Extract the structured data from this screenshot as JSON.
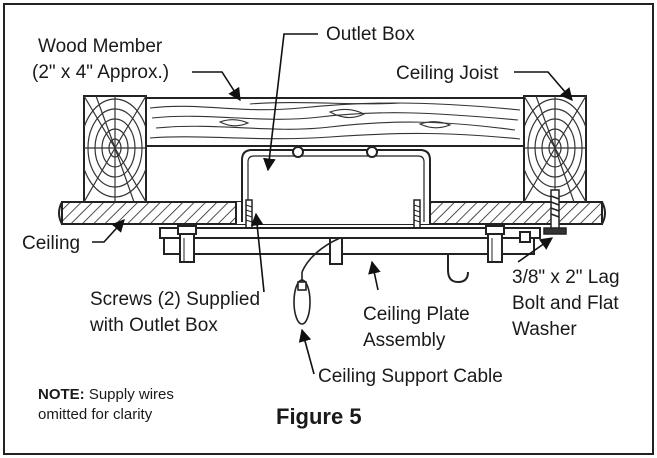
{
  "labels": {
    "outlet_box": "Outlet Box",
    "wood_member_1": "Wood Member",
    "wood_member_2": "(2\" x 4\" Approx.)",
    "ceiling_joist": "Ceiling Joist",
    "ceiling": "Ceiling",
    "screws_1": "Screws (2) Supplied",
    "screws_2": "with Outlet Box",
    "ceiling_plate_1": "Ceiling Plate",
    "ceiling_plate_2": "Assembly",
    "lag_bolt_1": "3/8\" x 2\" Lag",
    "lag_bolt_2": "Bolt and Flat",
    "lag_bolt_3": "Washer",
    "support_cable": "Ceiling Support Cable"
  },
  "note": {
    "bold": "NOTE:",
    "text_1": " Supply wires",
    "text_2": "omitted for clarity"
  },
  "figure_caption": "Figure 5"
}
